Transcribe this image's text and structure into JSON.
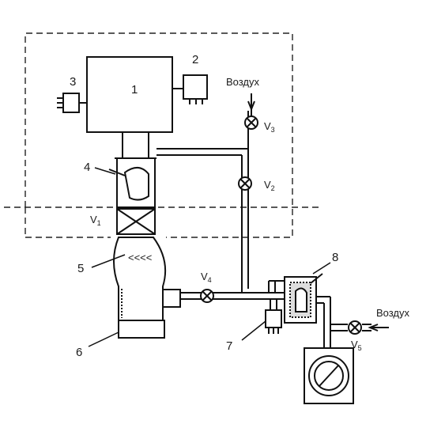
{
  "diagram": {
    "callouts": {
      "n1": "1",
      "n2": "2",
      "n3": "3",
      "n4": "4",
      "n5": "5",
      "n6": "6",
      "n7": "7",
      "n8": "8"
    },
    "air_label_top": "Воздух",
    "air_label_right": "Воздух",
    "valves": {
      "v1": {
        "letter": "V",
        "sub": "1"
      },
      "v2": {
        "letter": "V",
        "sub": "2"
      },
      "v3": {
        "letter": "V",
        "sub": "3"
      },
      "v4": {
        "letter": "V",
        "sub": "4"
      },
      "v5": {
        "letter": "V",
        "sub": "5"
      }
    }
  }
}
